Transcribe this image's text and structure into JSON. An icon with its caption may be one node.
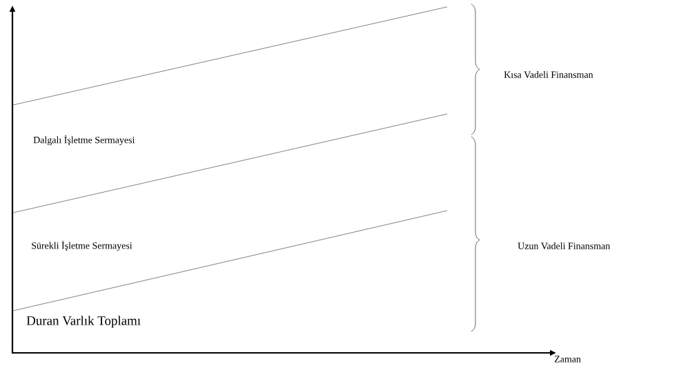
{
  "diagram": {
    "labels": [
      "Kısa Vadeli Finansman",
      "Dalgalı İşletme Sermayesi",
      "Sürekli İşletme Sermayesi",
      "Uzun Vadeli Finansman",
      "Duran Varlık Toplamı",
      "Zaman"
    ]
  }
}
